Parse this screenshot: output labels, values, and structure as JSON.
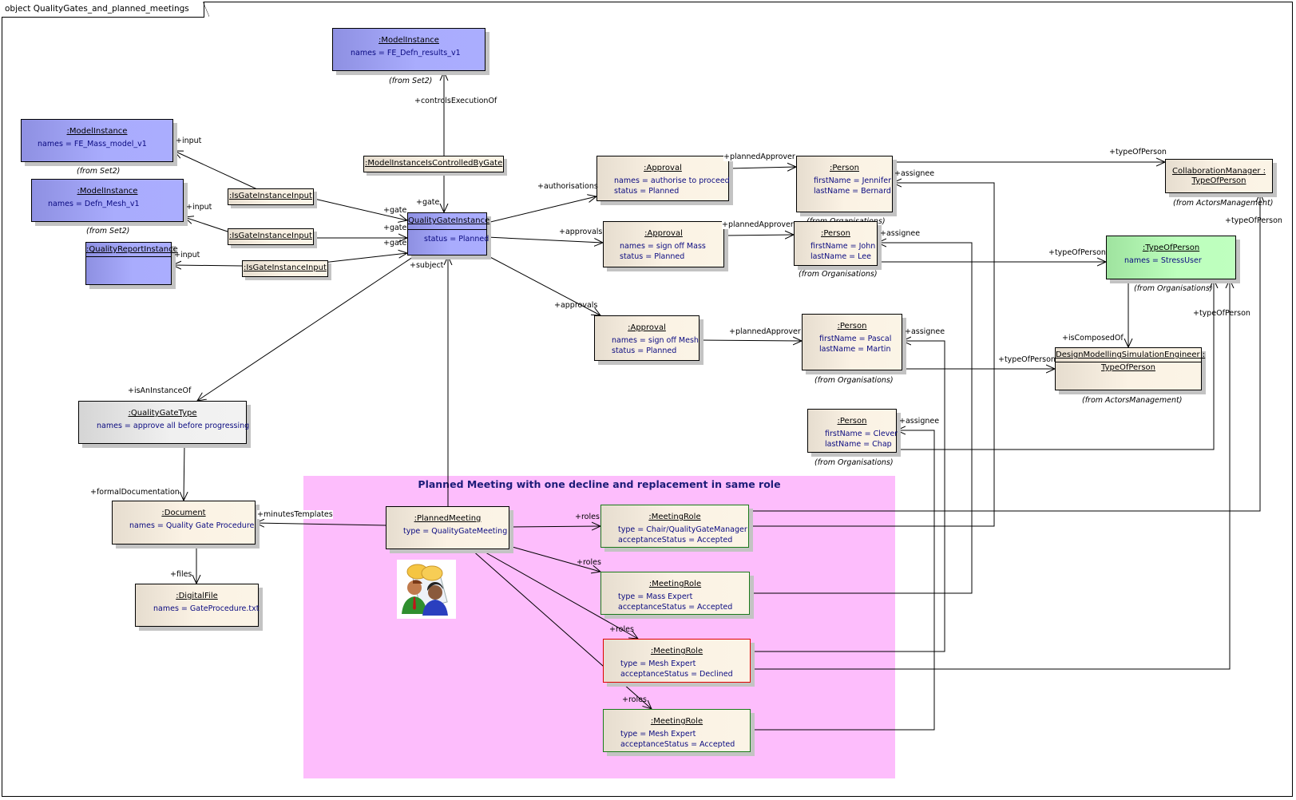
{
  "diagram": {
    "frame_label": "object QualityGates_and_planned_meetings",
    "region_title": "Planned Meeting with one decline and replacement in same role",
    "region_color": "#fdbdfc"
  },
  "objects": {
    "mi_results": {
      "title": ":ModelInstance",
      "attrs": [
        "names = FE_Defn_results_v1"
      ],
      "note": "(from Set2)"
    },
    "mi_mass": {
      "title": ":ModelInstance",
      "attrs": [
        "names = FE_Mass_model_v1"
      ],
      "note": "(from Set2)"
    },
    "mi_mesh": {
      "title": ":ModelInstance",
      "attrs": [
        "names = Defn_Mesh_v1"
      ],
      "note": "(from Set2)"
    },
    "qri": {
      "title": ":QualityReportInstance"
    },
    "qgi": {
      "title": "QualityGateInstance",
      "attrs": [
        "status = Planned"
      ]
    },
    "approval1": {
      "title": ":Approval",
      "attrs": [
        "names = authorise to proceed",
        "status = Planned"
      ]
    },
    "approval2": {
      "title": ":Approval",
      "attrs": [
        "names = sign off Mass",
        "status = Planned"
      ]
    },
    "approval3": {
      "title": ":Approval",
      "attrs": [
        "names = sign off Mesh",
        "status = Planned"
      ]
    },
    "person_jennifer": {
      "title": ":Person",
      "attrs": [
        "firstName = Jennifer",
        "lastName = Bernard"
      ],
      "note": "(from Organisations)"
    },
    "person_john": {
      "title": ":Person",
      "attrs": [
        "firstName = John",
        "lastName = Lee"
      ],
      "note": "(from Organisations)"
    },
    "person_pascal": {
      "title": ":Person",
      "attrs": [
        "firstName = Pascal",
        "lastName = Martin"
      ],
      "note": "(from Organisations)"
    },
    "person_clever": {
      "title": ":Person",
      "attrs": [
        "firstName = Clever",
        "lastName = Chap"
      ],
      "note": "(from Organisations)"
    },
    "collab_manager": {
      "title_line1": "CollaborationManager :",
      "title_line2": "TypeOfPerson",
      "note": "(from ActorsManagement)"
    },
    "type_of_person": {
      "title": ":TypeOfPerson",
      "attrs": [
        "names = StressUser"
      ],
      "note": "(from Organisations)"
    },
    "dmse": {
      "title_line1": "DesignModellingSimulationEngineer :",
      "title_line2": "TypeOfPerson",
      "note": "(from ActorsManagement)"
    },
    "quality_gate_type": {
      "title": ":QualityGateType",
      "attrs": [
        "names = approve all before progressing"
      ]
    },
    "document": {
      "title": ":Document",
      "attrs": [
        "names = Quality Gate Procedure"
      ]
    },
    "digital_file": {
      "title": ":DigitalFile",
      "attrs": [
        "names = GateProcedure.txt"
      ]
    },
    "planned_meeting": {
      "title": ":PlannedMeeting",
      "attrs": [
        "type = QualityGateMeeting"
      ]
    },
    "meeting_role1": {
      "title": ":MeetingRole",
      "attrs": [
        "type = Chair/QualityGateManager",
        "acceptanceStatus = Accepted"
      ],
      "status": "accepted"
    },
    "meeting_role2": {
      "title": ":MeetingRole",
      "attrs": [
        "type = Mass Expert",
        "acceptanceStatus = Accepted"
      ],
      "status": "accepted"
    },
    "meeting_role3": {
      "title": ":MeetingRole",
      "attrs": [
        "type = Mesh Expert",
        "acceptanceStatus = Declined"
      ],
      "status": "declined"
    },
    "meeting_role4": {
      "title": ":MeetingRole",
      "attrs": [
        "type = Mesh Expert",
        "acceptanceStatus = Accepted"
      ],
      "status": "accepted"
    }
  },
  "link_objects": {
    "controlled_by_gate": ":ModelInstanceIsControlledByGate",
    "gate_input1": ":IsGateInstanceInput",
    "gate_input2": ":IsGateInstanceInput",
    "gate_input3": ":IsGateInstanceInput"
  },
  "roles": {
    "controls_execution_of": "+controlsExecutionOf",
    "input": "+input",
    "gate": "+gate",
    "subject": "+subject",
    "authorisations": "+authorisations",
    "approvals": "+approvals",
    "planned_approver": "+plannedApprover",
    "assignee": "+assignee",
    "type_of_person": "+typeOfPerson",
    "is_composed_of": "+isComposedOf",
    "is_an_instance_of": "+isAnInstanceOf",
    "formal_documentation": "+formalDocumentation",
    "minutes_templates": "+minutesTemplates",
    "files": "+files",
    "roles": "+roles"
  },
  "colors": {
    "accepted_border": "#1a7a1a",
    "declined_border": "#e00000",
    "attribute_text": "#0a0a80"
  },
  "icons": {
    "meeting": "meeting-people-icon"
  }
}
